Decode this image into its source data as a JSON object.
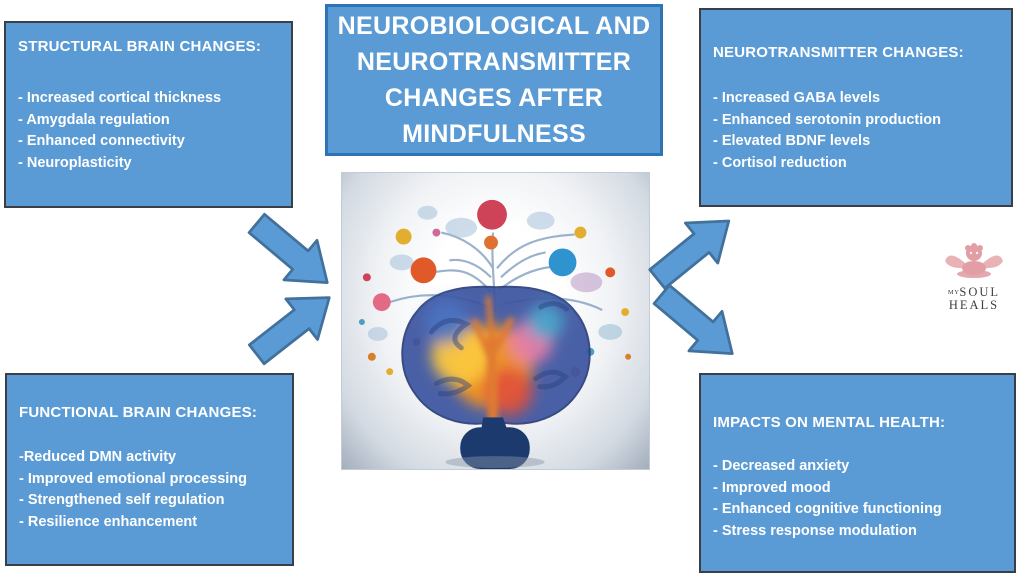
{
  "title_box": {
    "text": "NEUROBIOLOGICAL AND\nNEUROTRANSMITTER\nCHANGES AFTER\nMINDFULNESS"
  },
  "boxes": [
    {
      "id": "structural",
      "heading": "STRUCTURAL BRAIN CHANGES:",
      "items": [
        "- Increased cortical thickness",
        "- Amygdala regulation",
        "- Enhanced connectivity",
        "- Neuroplasticity"
      ]
    },
    {
      "id": "neurotransmitter",
      "heading": "NEUROTRANSMITTER CHANGES:",
      "items": [
        "- Increased GABA levels",
        "- Enhanced serotonin production",
        "- Elevated BDNF levels",
        "- Cortisol reduction"
      ]
    },
    {
      "id": "functional",
      "heading": "FUNCTIONAL BRAIN CHANGES:",
      "items": [
        "-Reduced DMN activity",
        "- Improved emotional processing",
        "- Strengthened self regulation",
        "- Resilience enhancement"
      ]
    },
    {
      "id": "impacts",
      "heading": "IMPACTS ON MENTAL HEALTH:",
      "items": [
        "- Decreased anxiety",
        "- Improved mood",
        "- Enhanced cognitive functioning",
        "- Stress response modulation"
      ]
    }
  ],
  "center_image": {
    "alt": "colorful brain-tree illustration with neurotransmitter dots"
  },
  "logo": {
    "prefix": "MY",
    "line1": "SOUL",
    "line2": "HEALS"
  },
  "colors": {
    "box_fill": "#5b9bd5",
    "box_border": "#3a3f46",
    "title_border": "#2e74b5",
    "arrow_fill": "#5b9bd5",
    "arrow_stroke": "#41719c",
    "text": "#ffffff",
    "logo_pink": "#dd8e96",
    "logo_text": "#3f3f3f"
  }
}
